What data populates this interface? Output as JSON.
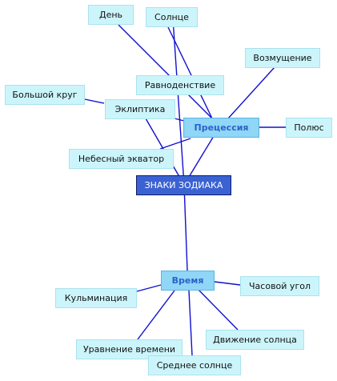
{
  "map": {
    "root": {
      "id": "root",
      "label": "ЗНАКИ ЗОДИАКА"
    },
    "hubs": [
      {
        "id": "precession",
        "label": "Прецессия"
      },
      {
        "id": "time",
        "label": "Время"
      }
    ],
    "topics": [
      {
        "id": "day",
        "label": "День"
      },
      {
        "id": "sun",
        "label": "Солнце"
      },
      {
        "id": "perturbation",
        "label": "Возмущение"
      },
      {
        "id": "equinox",
        "label": "Равноденствие"
      },
      {
        "id": "great-circle",
        "label": "Большой круг"
      },
      {
        "id": "ecliptic",
        "label": "Эклиптика"
      },
      {
        "id": "pole",
        "label": "Полюс"
      },
      {
        "id": "celestial-equator",
        "label": "Небесный экватор"
      },
      {
        "id": "culmination",
        "label": "Кульминация"
      },
      {
        "id": "hour-angle",
        "label": "Часовой угол"
      },
      {
        "id": "sun-motion",
        "label": "Движение солнца"
      },
      {
        "id": "equation-of-time",
        "label": "Уравнение времени"
      },
      {
        "id": "mean-sun",
        "label": "Среднее солнце"
      }
    ],
    "links": [
      [
        "root",
        "sun"
      ],
      [
        "root",
        "ecliptic"
      ],
      [
        "root",
        "precession"
      ],
      [
        "root",
        "time"
      ],
      [
        "equinox",
        "day"
      ],
      [
        "equinox",
        "sun"
      ],
      [
        "equinox",
        "precession"
      ],
      [
        "ecliptic",
        "great-circle"
      ],
      [
        "ecliptic",
        "precession"
      ],
      [
        "precession",
        "perturbation"
      ],
      [
        "precession",
        "pole"
      ],
      [
        "precession",
        "celestial-equator"
      ],
      [
        "time",
        "culmination"
      ],
      [
        "time",
        "hour-angle"
      ],
      [
        "time",
        "sun-motion"
      ],
      [
        "time",
        "equation-of-time"
      ],
      [
        "time",
        "mean-sun"
      ]
    ]
  }
}
